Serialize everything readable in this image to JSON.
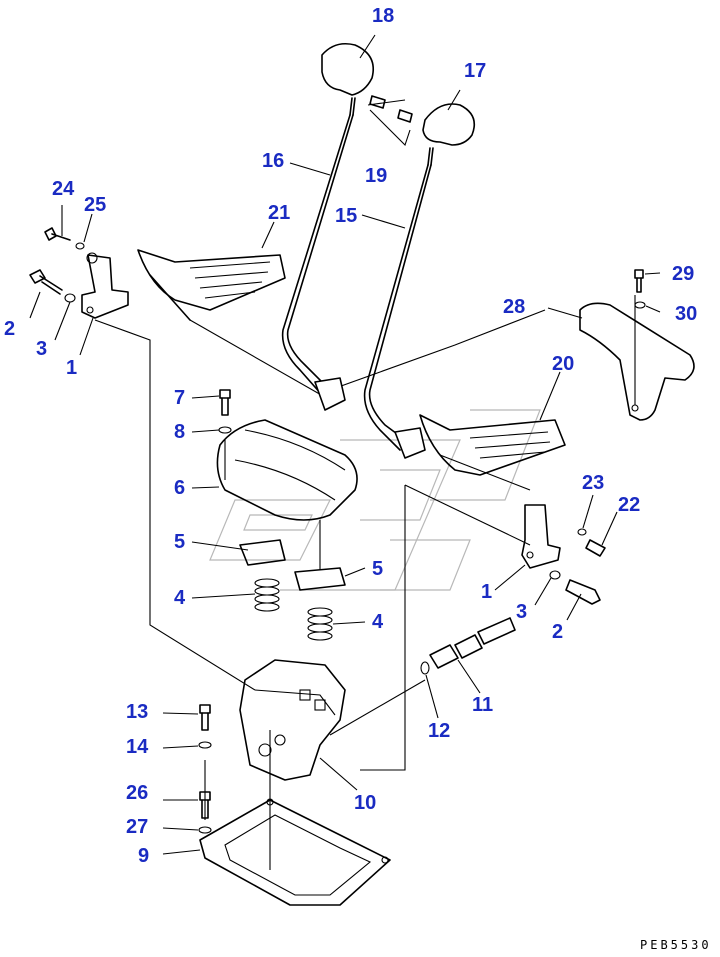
{
  "diagram": {
    "reference_code": "PEB5530",
    "callouts": [
      {
        "id": "c18a",
        "text": "18"
      },
      {
        "id": "c17",
        "text": "17"
      },
      {
        "id": "c16",
        "text": "16"
      },
      {
        "id": "c19",
        "text": "19"
      },
      {
        "id": "c24",
        "text": "24"
      },
      {
        "id": "c25",
        "text": "25"
      },
      {
        "id": "c21",
        "text": "21"
      },
      {
        "id": "c15",
        "text": "15"
      },
      {
        "id": "c29",
        "text": "29"
      },
      {
        "id": "c2a",
        "text": "2"
      },
      {
        "id": "c3a",
        "text": "3"
      },
      {
        "id": "c1a",
        "text": "1"
      },
      {
        "id": "c28",
        "text": "28"
      },
      {
        "id": "c30",
        "text": "30"
      },
      {
        "id": "c20",
        "text": "20"
      },
      {
        "id": "c7",
        "text": "7"
      },
      {
        "id": "c8",
        "text": "8"
      },
      {
        "id": "c6",
        "text": "6"
      },
      {
        "id": "c23",
        "text": "23"
      },
      {
        "id": "c22",
        "text": "22"
      },
      {
        "id": "c5a",
        "text": "5"
      },
      {
        "id": "c5b",
        "text": "5"
      },
      {
        "id": "c4a",
        "text": "4"
      },
      {
        "id": "c1b",
        "text": "1"
      },
      {
        "id": "c3b",
        "text": "3"
      },
      {
        "id": "c2b",
        "text": "2"
      },
      {
        "id": "c4b",
        "text": "4"
      },
      {
        "id": "c11",
        "text": "11"
      },
      {
        "id": "c13",
        "text": "13"
      },
      {
        "id": "c12",
        "text": "12"
      },
      {
        "id": "c14",
        "text": "14"
      },
      {
        "id": "c26",
        "text": "26"
      },
      {
        "id": "c10",
        "text": "10"
      },
      {
        "id": "c27",
        "text": "27"
      },
      {
        "id": "c9",
        "text": "9"
      }
    ]
  }
}
